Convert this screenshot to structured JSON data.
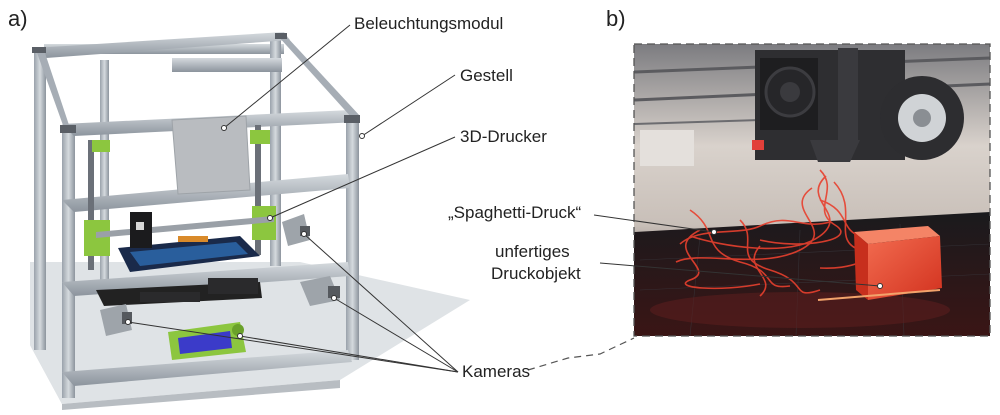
{
  "panel_a": {
    "label": "a)",
    "callouts": {
      "lighting": "Beleuchtungsmodul",
      "frame": "Gestell",
      "printer": "3D-Drucker",
      "cameras": "Kameras"
    }
  },
  "panel_b": {
    "label": "b)",
    "callouts": {
      "spaghetti": "„Spaghetti-Druck“",
      "unfinished_1": "unfertiges",
      "unfinished_2": "Druckobjekt"
    }
  },
  "colors": {
    "aluminium": "#b3bac2",
    "aluminium_dark": "#7d858e",
    "printer_green": "#8cc63f",
    "print_red": "#e8402e",
    "bed_black": "#1c1c1e",
    "display_blue": "#3b3bc9"
  }
}
